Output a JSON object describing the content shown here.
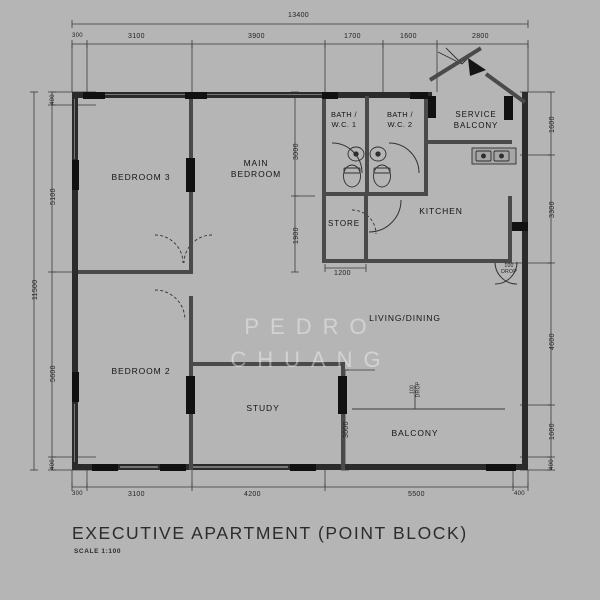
{
  "drawing": {
    "title": "EXECUTIVE APARTMENT (POINT BLOCK)",
    "scale": "SCALE 1:100",
    "watermark_line1": "PEDRO",
    "watermark_line2": "CHUANG",
    "background_color": "#b5b5b5",
    "line_color": "#2b2b2b"
  },
  "rooms": [
    {
      "id": "bedroom3",
      "label": "BEDROOM 3"
    },
    {
      "id": "main-bedroom",
      "label": "MAIN\nBEDROOM"
    },
    {
      "id": "bath-wc-1",
      "label": "BATH /\nW.C. 1"
    },
    {
      "id": "bath-wc-2",
      "label": "BATH /\nW.C. 2"
    },
    {
      "id": "service-balcony",
      "label": "SERVICE\nBALCONY"
    },
    {
      "id": "kitchen",
      "label": "KITCHEN"
    },
    {
      "id": "store",
      "label": "STORE"
    },
    {
      "id": "living-dining",
      "label": "LIVING/DINING"
    },
    {
      "id": "bedroom2",
      "label": "BEDROOM 2"
    },
    {
      "id": "study",
      "label": "STUDY"
    },
    {
      "id": "balcony",
      "label": "BALCONY"
    }
  ],
  "dimensions": {
    "top_overall": "13400",
    "top_chain": [
      "300",
      "3100",
      "3900",
      "1700",
      "1600",
      "2800"
    ],
    "bottom_chain": [
      "300",
      "3100",
      "4200",
      "5500",
      "400"
    ],
    "left_overall": "11500",
    "left_chain": [
      "400",
      "5100",
      "5600",
      "400"
    ],
    "right_chain": [
      "1600",
      "3300",
      "4600",
      "1600",
      "400"
    ],
    "interior": {
      "main_bedroom_depth": "3000",
      "store_depth": "1900",
      "store_width": "1200",
      "study_depth": "3000"
    },
    "notes": [
      "100\nDROP",
      "100\nDROP"
    ]
  }
}
